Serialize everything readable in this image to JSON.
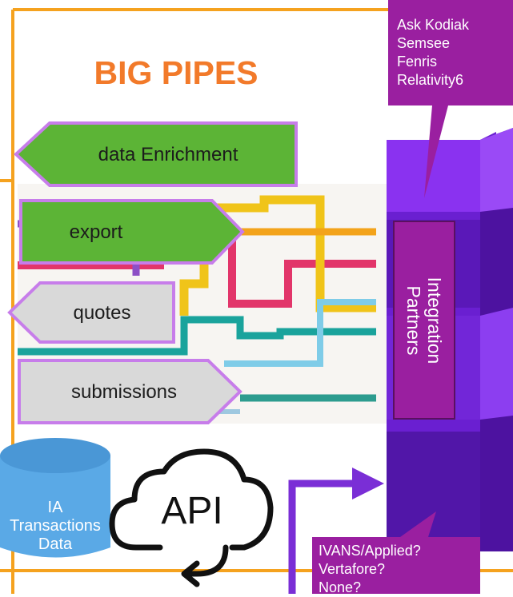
{
  "diagram": {
    "title": "BIG PIPES",
    "flows": [
      {
        "label": "data Enrichment"
      },
      {
        "label": "export"
      },
      {
        "label": "quotes"
      },
      {
        "label": "submissions"
      }
    ],
    "integration_partners": {
      "label_line1": "Integration",
      "label_line2": "Partners",
      "callout_lines": [
        "Ask Kodiak",
        "Semsee",
        "Fenris",
        "Relativity6"
      ]
    },
    "ivans_callout": {
      "lines": [
        "IVANS/Applied?",
        "Vertafore?",
        "None?"
      ]
    },
    "database": {
      "lines": [
        "IA",
        "Transactions",
        "Data"
      ]
    },
    "api": {
      "label": "API"
    },
    "colors": {
      "frame_orange": "#f5a21f",
      "title_orange": "#f27a2a",
      "green_arrow": "#5cb436",
      "gray_arrow": "#d9d9d9",
      "arrow_border": "#c77dea",
      "purple_block": "#6a1fd1",
      "partner_box": "#9a1fa0",
      "database_blue": "#5aa9e6"
    }
  }
}
